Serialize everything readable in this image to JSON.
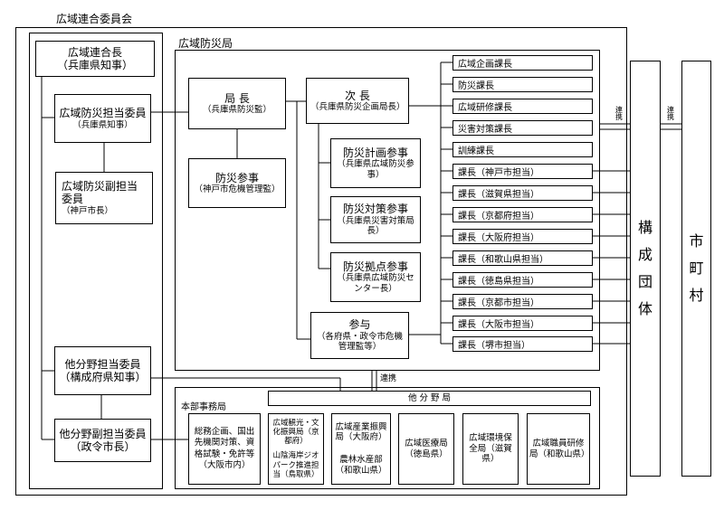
{
  "outer_frame": {
    "title": "広域連合委員会"
  },
  "bousai_frame": {
    "title": "広域防災局"
  },
  "left_column": {
    "rengo_cho": {
      "title": "広域連合長",
      "sub": "（兵庫県知事）"
    },
    "bousai_tanto": {
      "title": "広域防災担当委員",
      "sub": "（兵庫県知事）"
    },
    "bousai_fuku": {
      "title": "広域防災副担当委員",
      "sub": "（神戸市長）"
    },
    "tabunya_tanto": {
      "title": "他分野担当委員",
      "sub": "（構成府県知事）"
    },
    "tabunya_fuku": {
      "title": "他分野副担当委員",
      "sub": "（政令市長）"
    }
  },
  "bousai": {
    "kyokucho": {
      "title": "局 長",
      "sub": "（兵庫県防災監）"
    },
    "sanji_top": {
      "title": "防災参事",
      "sub": "（神戸市危機管理監）"
    },
    "jicho": {
      "title": "次 長",
      "sub": "（兵庫県防災企画局長）"
    },
    "keikaku": {
      "title": "防災計画参事",
      "sub": "（兵庫県広域防災参事）"
    },
    "taisaku": {
      "title": "防災対策参事",
      "sub": "（兵庫県災害対策局長）"
    },
    "kyoten": {
      "title": "防災拠点参事",
      "sub": "（兵庫県広域防災センター長）"
    },
    "sanyo": {
      "title": "参与",
      "sub": "（各府県・政令市危機管理監等）"
    }
  },
  "sections": [
    "広域企画課長",
    "防災課長",
    "広域研修課長",
    "災害対策課長",
    "訓練課長",
    "課長（神戸市担当）",
    "課長（滋賀県担当）",
    "課長（京都府担当）",
    "課長（大阪府担当）",
    "課長（和歌山県担当）",
    "課長（徳島県担当）",
    "課長（京都市担当）",
    "課長（大阪市担当）",
    "課長（堺市担当）"
  ],
  "renkei": "連携",
  "right": {
    "kosei": [
      "構",
      "成",
      "団",
      "体"
    ],
    "shichoson": [
      "市",
      "町",
      "村"
    ]
  },
  "honbu": {
    "title": "本部事務局",
    "soumu": "総務企画、国出先機関対策、資格試験・免許等（大阪市内）",
    "tabunya_title": "他 分 野 局",
    "kanko": "広域観光・文化振興局（京都府）",
    "sanin": "山陰海岸ジオパーク推進担当（鳥取県）",
    "sangyo": "広域産業振興局（大阪府）",
    "norin": "農林水産部（和歌山県）",
    "iryo": "広域医療局（徳島県）",
    "kankyo": "広域環境保全局（滋賀県）",
    "shokuin": "広域職員研修局（和歌山県）"
  },
  "colors": {
    "line": "#000000",
    "background": "#ffffff"
  }
}
